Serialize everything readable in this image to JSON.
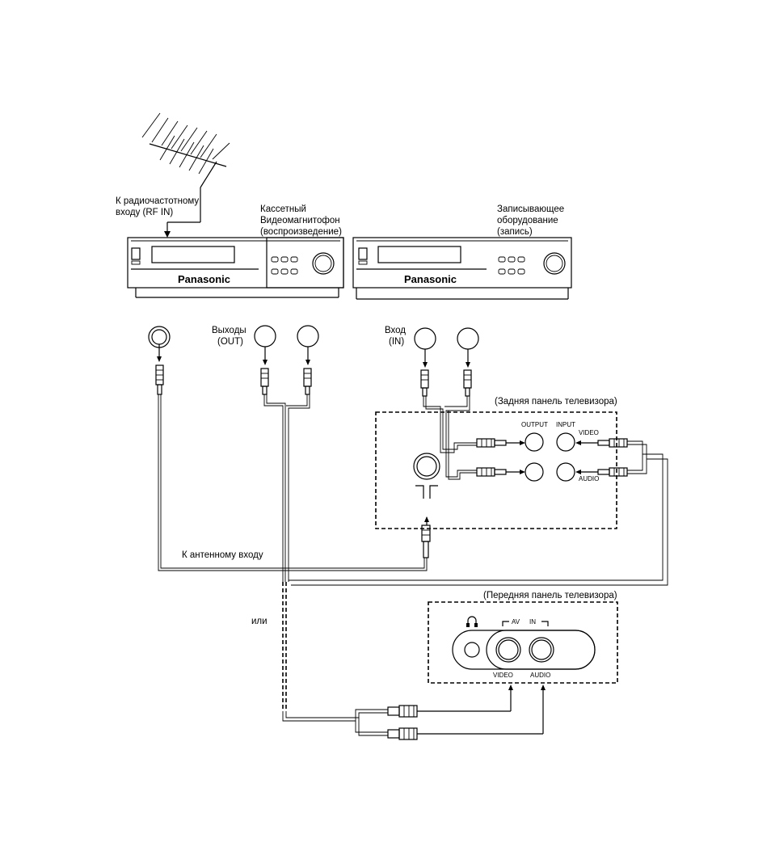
{
  "labels": {
    "rf_in_line1": "К радиочастотному",
    "rf_in_line2": "входу (RF IN)",
    "vcr_play_line1": "Кассетный",
    "vcr_play_line2": "Видеомагнитофон",
    "vcr_play_line3": "(воспроизведение)",
    "vcr_rec_line1": "Записывающее",
    "vcr_rec_line2": "оборудование",
    "vcr_rec_line3": "(запись)",
    "outputs_line1": "Выходы",
    "outputs_line2": "(OUT)",
    "input_line1": "Вход",
    "input_line2": "(IN)",
    "tv_rear_panel": "(Задняя панель телевизора)",
    "output": "OUTPUT",
    "input": "INPUT",
    "video": "VIDEO",
    "audio": "AUDIO",
    "antenna_input": "К антенному входу",
    "or": "или",
    "tv_front_panel": "(Передняя панель телевизора)",
    "av": "AV",
    "in": "IN",
    "front_video": "VIDEO",
    "front_audio": "AUDIO"
  },
  "brands": {
    "vcr_play": "Panasonic",
    "vcr_rec": "Panasonic"
  }
}
